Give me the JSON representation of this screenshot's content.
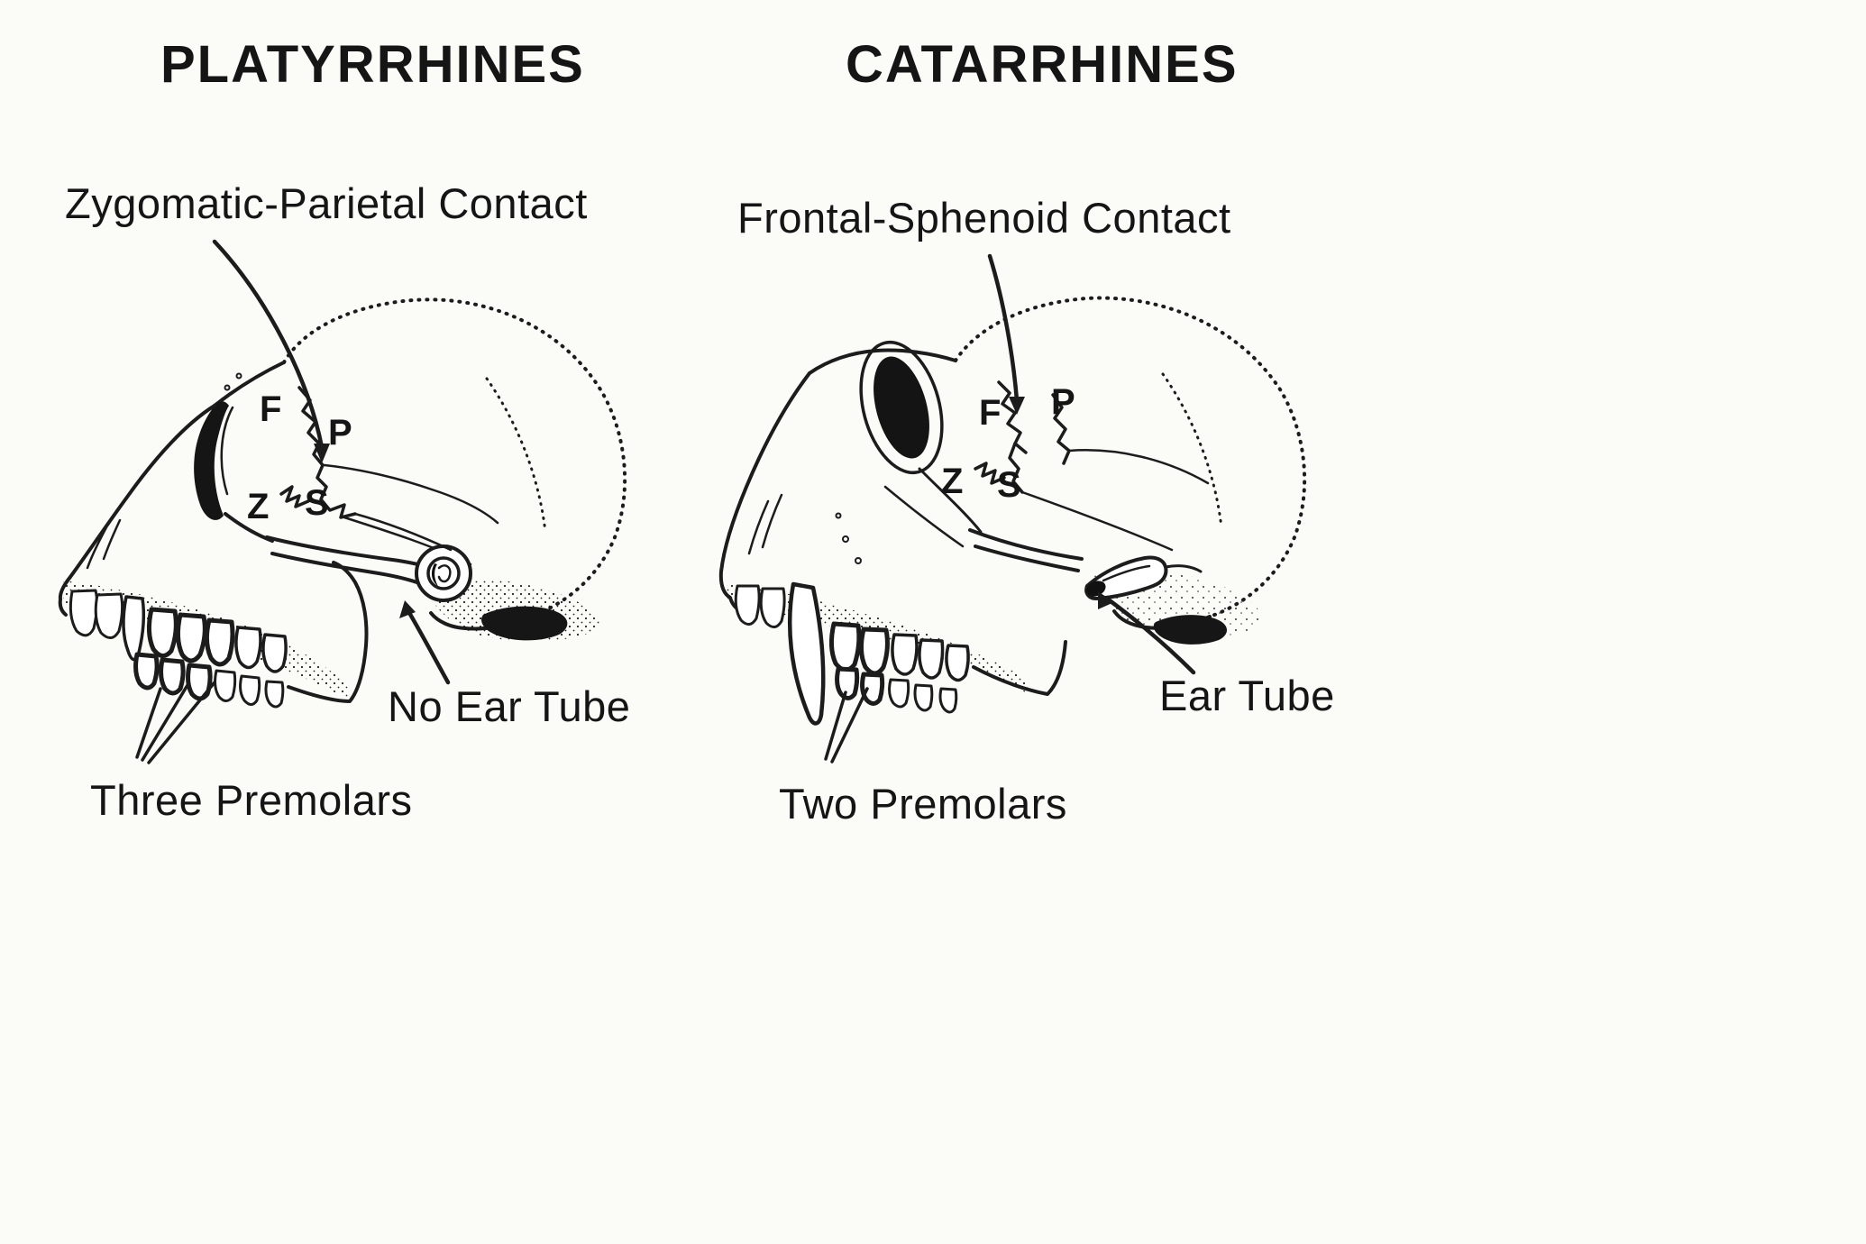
{
  "figure": {
    "left": {
      "title": "PLATYRRHINES",
      "contact_label": "Zygomatic-Parietal Contact",
      "ear_label": "No Ear Tube",
      "premolar_label": "Three Premolars",
      "bones": {
        "f": "F",
        "p": "P",
        "z": "Z",
        "s": "S"
      }
    },
    "right": {
      "title": "CATARRHINES",
      "contact_label": "Frontal-Sphenoid Contact",
      "ear_label": "Ear Tube",
      "premolar_label": "Two Premolars",
      "bones": {
        "f": "F",
        "p": "P",
        "z": "Z",
        "s": "S"
      }
    },
    "colors": {
      "ink": "#1c1c1c",
      "paper": "#fbfbf8",
      "bone_fill": "#ffffff",
      "dark_fill": "#161616"
    }
  }
}
